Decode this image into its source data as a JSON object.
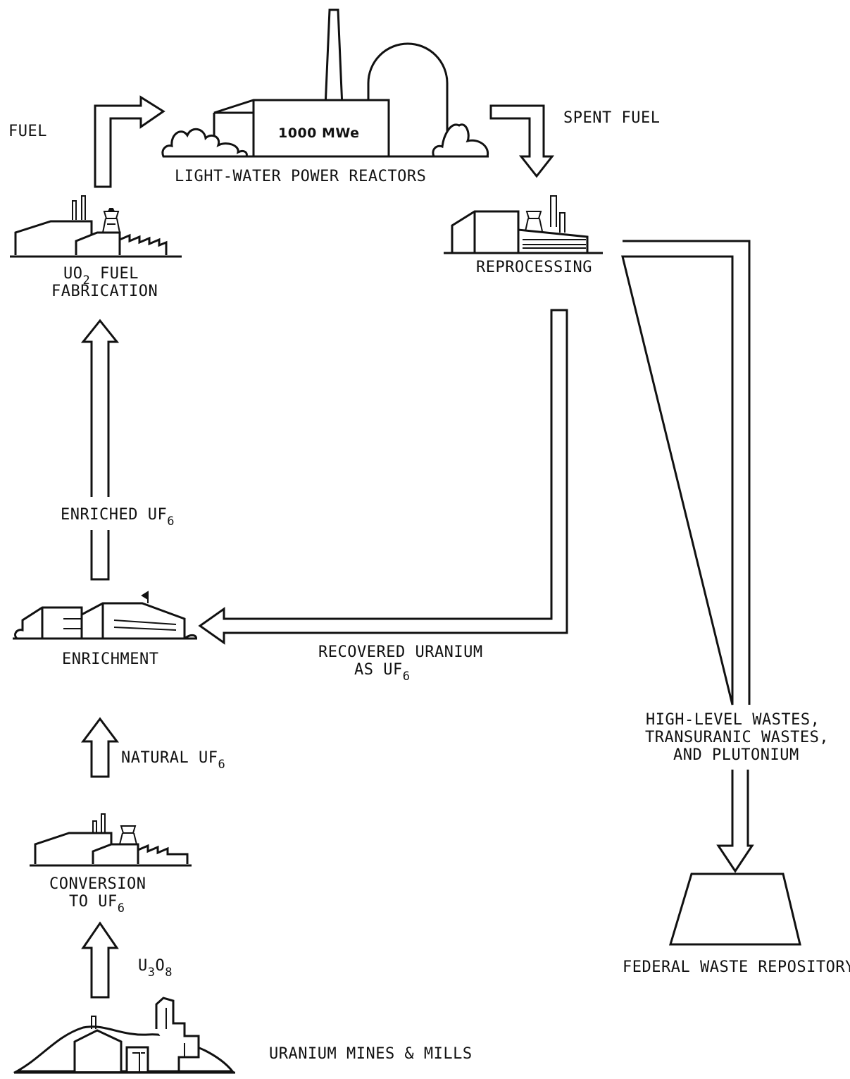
{
  "labels": {
    "fuel": "FUEL",
    "reactor_rating": "1000 MWe",
    "reactors": "LIGHT-WATER POWER REACTORS",
    "spent_fuel": "SPENT FUEL",
    "fabrication_l1_a": "UO",
    "fabrication_l1_sub": "2",
    "fabrication_l1_b": " FUEL",
    "fabrication_l2": "FABRICATION",
    "reprocessing": "REPROCESSING",
    "enriched_uf6": "ENRICHED UF",
    "enriched_uf6_sub": "6",
    "enrichment": "ENRICHMENT",
    "recovered_l1": "RECOVERED URANIUM",
    "recovered_l2": "AS UF",
    "recovered_l2_sub": "6",
    "natural_uf6": "NATURAL UF",
    "natural_uf6_sub": "6",
    "conversion_l1": "CONVERSION",
    "conversion_l2": "TO UF",
    "conversion_l2_sub": "6",
    "u3o8_a": "U",
    "u3o8_sub1": "3",
    "u3o8_b": "O",
    "u3o8_sub2": "8",
    "wastes_l1": "HIGH-LEVEL WASTES,",
    "wastes_l2": "TRANSURANIC WASTES,",
    "wastes_l3": "AND PLUTONIUM",
    "repository": "FEDERAL WASTE REPOSITORY",
    "mines": "URANIUM MINES & MILLS"
  }
}
